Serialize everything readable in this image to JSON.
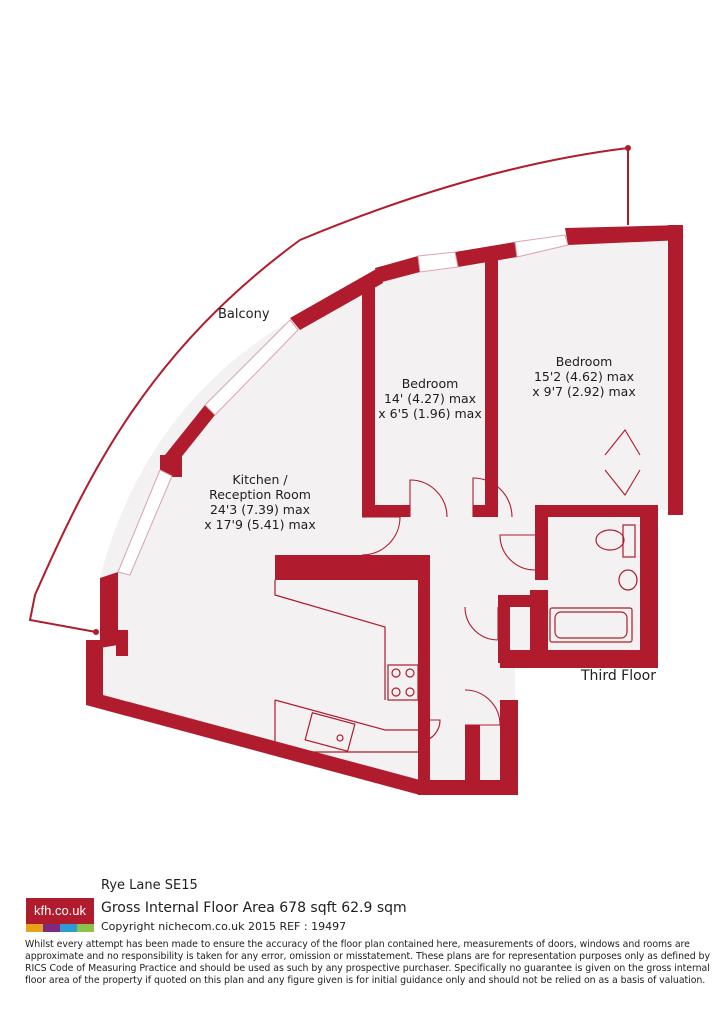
{
  "colors": {
    "wall": "#b01c2e",
    "floor": "#f3f1f1",
    "line": "#b01c2e",
    "logo_bar": [
      "#e8a11c",
      "#7e2a7f",
      "#2f9bd5",
      "#8bc34a"
    ]
  },
  "plan": {
    "balcony_label": "Balcony",
    "floor_label": "Third Floor",
    "rooms": [
      {
        "name": "Bedroom",
        "dims": "14' (4.27) max",
        "dims2": "x 6'5 (1.96) max"
      },
      {
        "name": "Bedroom",
        "dims": "15'2 (4.62) max",
        "dims2": "x 9'7 (2.92) max"
      },
      {
        "name": "Kitchen /",
        "name2": "Reception Room",
        "dims": "24'3 (7.39) max",
        "dims2": "x 17'9 (5.41) max"
      }
    ]
  },
  "footer": {
    "logo_text": "kfh.co.uk",
    "address": "Rye Lane  SE15",
    "area": "Gross Internal Floor Area 678 sqft 62.9 sqm",
    "copyright": "Copyright nichecom.co.uk 2015 REF : 19497",
    "disclaimer": "Whilst every attempt has been made to ensure the accuracy of the floor plan contained here, measurements of doors, windows and rooms are approximate and no responsibility is taken for any error, omission or misstatement.  These plans are for representation purposes only as defined by RICS Code of Measuring Practice and should be used as such by any prospective purchaser.  Specifically no guarantee is given on the gross internal floor area of the property if quoted on this plan and any figure given is for initial guidance only and should not be relied on as a basis of valuation."
  }
}
